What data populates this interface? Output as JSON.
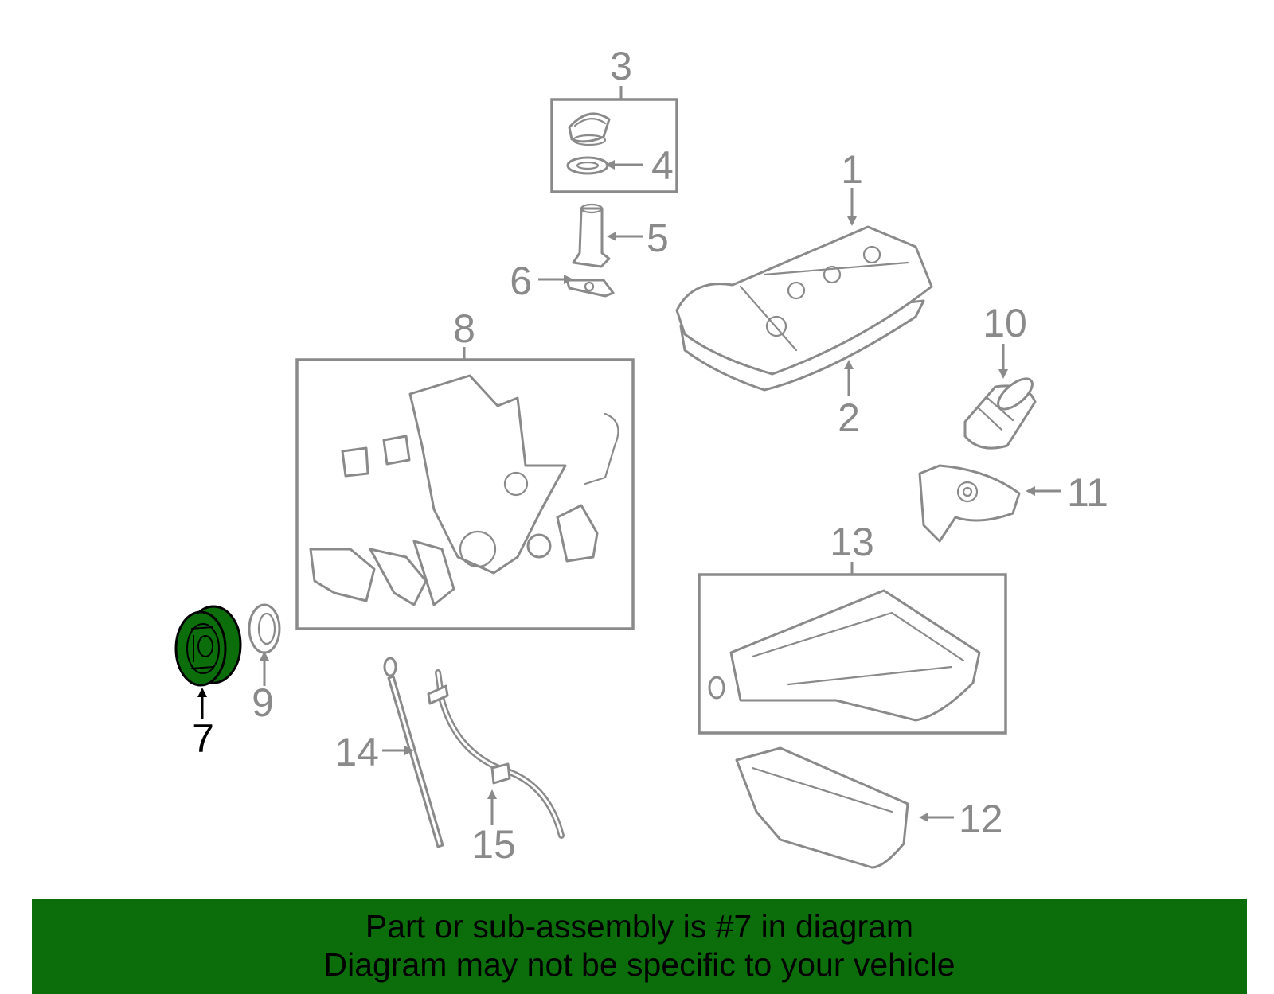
{
  "callouts": {
    "c1": "1",
    "c2": "2",
    "c3": "3",
    "c4": "4",
    "c5": "5",
    "c6": "6",
    "c7": "7",
    "c8": "8",
    "c9": "9",
    "c10": "10",
    "c11": "11",
    "c12": "12",
    "c13": "13",
    "c14": "14",
    "c15": "15"
  },
  "highlighted_part": "7",
  "colors": {
    "line_art": "#8a8a8a",
    "highlight_fill": "#0b6e0b",
    "banner_background": "#0b6e0b",
    "banner_text": "#000000"
  },
  "banner": {
    "line1": "Part or sub-assembly is #7 in diagram",
    "line2": "Diagram may not be specific to your vehicle"
  }
}
